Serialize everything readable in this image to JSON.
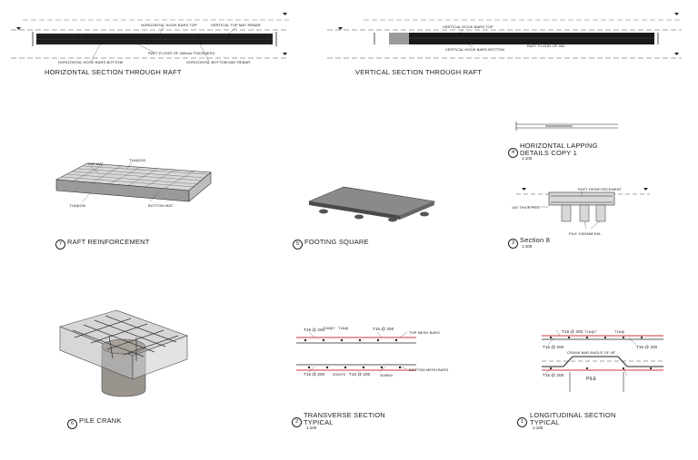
{
  "sections": {
    "horizontal": {
      "title": "HORIZONTAL SECTION THROUGH RAFT",
      "labels": {
        "hook_top": "HORIZONTAL HOOK BARS TOP",
        "top_mat": "VERTICAL TOP MAT REBAR",
        "floor": "RAFT FLOOR OF 450mm THICKNESS",
        "hook_bottom": "HORIZONTAL HOOK BARS BOTTOM",
        "bottom_mat": "HORIZONTAL BOTTOM MAT REBAR"
      }
    },
    "vertical": {
      "title": "VERTICAL SECTION THROUGH RAFT",
      "labels": {
        "hook_top": "VERTICAL HOOK BARS TOP",
        "hook_bottom": "VERTICAL HOOK BARS BOTTOM",
        "side": "RAFT FLOOR OF 450"
      }
    }
  },
  "views": [
    {
      "id": "raft",
      "number": "7",
      "title": "RAFT REINFORCEMENT",
      "scale": "",
      "labels": {
        "top_mat": "TOP MAT",
        "t16_top": "T16@200",
        "t16_bot": "T16@200",
        "bottom_mat": "BOTTOM MAT"
      }
    },
    {
      "id": "footing",
      "number": "5",
      "title": "FOOTING SQUARE",
      "scale": ""
    },
    {
      "id": "lapping",
      "number": "4",
      "title": "HORIZONTAL LAPPING",
      "title2": "DETAILS Copy 1",
      "scale": "1:100"
    },
    {
      "id": "section8",
      "number": "3",
      "title": "Section 8",
      "scale": "1:100",
      "labels": {
        "raft": "RAFT REINFORCEMENT",
        "pcc": "100 THICK PCC",
        "pile": "PILE 1000MM DIA"
      }
    },
    {
      "id": "pilecrank",
      "number": "6",
      "title": "PILE CRANK",
      "scale": ""
    },
    {
      "id": "transverse",
      "number": "2",
      "title": "TRANSVERSE SECTION",
      "title2": "TYPICAL",
      "scale": "1:100",
      "labels": {
        "t16a": "T16 @ 200",
        "t16b": "T16 @ 200",
        "top_mesh": "TOP MESH BARS",
        "t16c": "T16 @ 200",
        "t16d": "T16 @ 200",
        "bottom_mesh": "BOTTOM MESH BARS",
        "tm1": "T16@7",
        "tm2": "T16@",
        "bm1": "300475",
        "bm2": "300800"
      }
    },
    {
      "id": "longitudinal",
      "number": "1",
      "title": "LONGITUDINAL SECTION",
      "title2": "TYPICAL",
      "scale": "1:100",
      "labels": {
        "t16a": "T16 @ 200",
        "t16b": "T16 @ 200",
        "t16c": "T16 @ 200",
        "t16d": "T16 @ 200",
        "crank": "CRANK BAR ANGLE OF 45°",
        "pile": "PILE",
        "tm1": "T16@7",
        "tm2": "T16@"
      }
    }
  ],
  "colors": {
    "line": "#222222",
    "rebar_red": "#d23a3a",
    "concrete_fill": "#d8d8d8",
    "dark_bar": "#1a1a1a"
  }
}
